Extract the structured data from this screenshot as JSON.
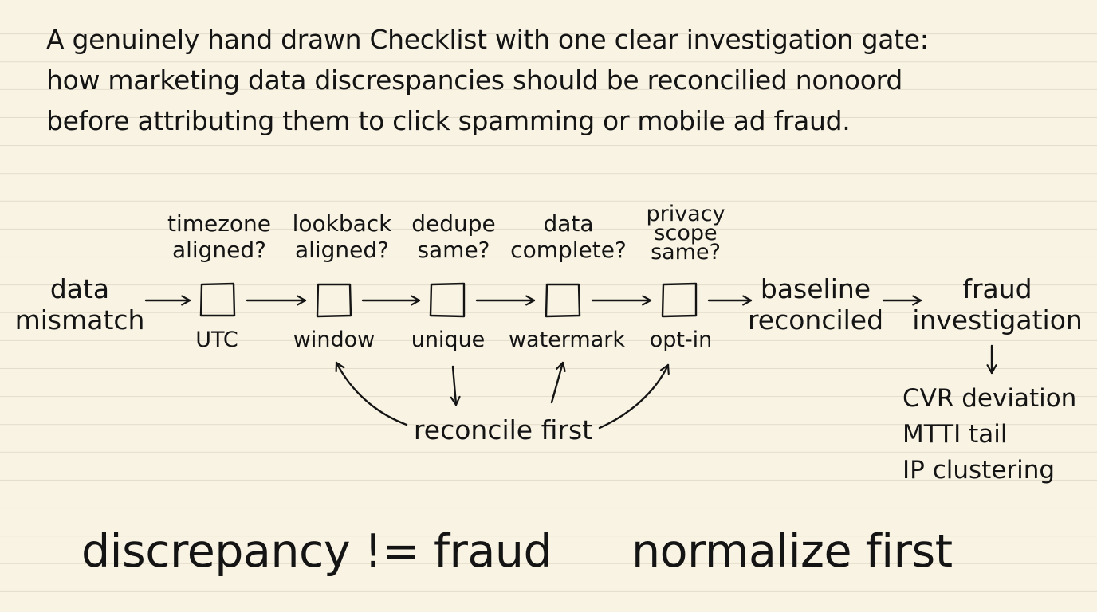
{
  "intro": {
    "line1": "A genuinely hand drawn Checklist with one clear investigation gate:",
    "line2": "how marketing data discrespancies should be reconcilied nonoord",
    "line3": "before attributing them to click spamming or mobile ad fraud."
  },
  "start": {
    "line1": "data",
    "line2": "mismatch"
  },
  "checks": [
    {
      "q1": "timezone",
      "q2": "aligned?",
      "tag": "UTC"
    },
    {
      "q1": "lookback",
      "q2": "aligned?",
      "tag": "window"
    },
    {
      "q1": "dedupe",
      "q2": "same?",
      "tag": "unique"
    },
    {
      "q1": "data",
      "q2": "complete?",
      "tag": "watermark"
    },
    {
      "q1": "privacy",
      "q2": "scope",
      "q3": "same?",
      "tag": "opt-in"
    }
  ],
  "baseline": {
    "line1": "baseline",
    "line2": "reconciled"
  },
  "fraud": {
    "line1": "fraud",
    "line2": "investigation"
  },
  "indicators": [
    "CVR deviation",
    "MTTI tail",
    "IP clustering"
  ],
  "reconcile_label": "reconcile first",
  "mottos": {
    "left": "discrepancy != fraud",
    "right": "normalize first"
  },
  "colors": {
    "paper": "#f8f3e3",
    "rule": "#e4dccb",
    "ink": "#141414"
  }
}
